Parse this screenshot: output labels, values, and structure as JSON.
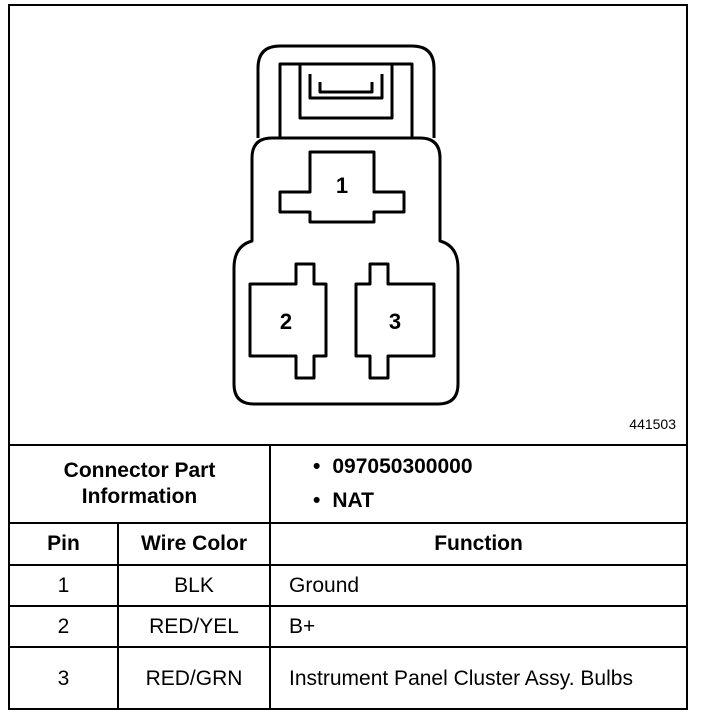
{
  "figure_id": "441503",
  "pins_diagram": [
    {
      "number": "1"
    },
    {
      "number": "2"
    },
    {
      "number": "3"
    }
  ],
  "connector_info": {
    "label": "Connector Part Information",
    "items": [
      "097050300000",
      "NAT"
    ]
  },
  "table": {
    "headers": {
      "pin": "Pin",
      "wire_color": "Wire Color",
      "function": "Function"
    },
    "rows": [
      {
        "pin": "1",
        "wire_color": "BLK",
        "function": "Ground"
      },
      {
        "pin": "2",
        "wire_color": "RED/YEL",
        "function": "B+"
      },
      {
        "pin": "3",
        "wire_color": "RED/GRN",
        "function": "Instrument Panel Cluster Assy. Bulbs"
      }
    ]
  }
}
